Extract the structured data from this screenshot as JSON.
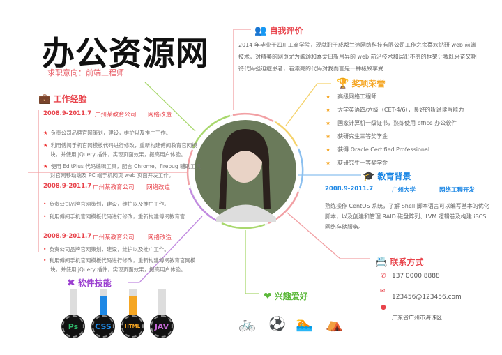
{
  "header": {
    "name": "办公资源网",
    "intent": "求职意向：前端工程师"
  },
  "self_eval": {
    "title": "自我评价",
    "icon": "user-group-icon",
    "lines": [
      "2014 年毕业于四川工商学院，现就职于成都兰途网络科技有限公司工作之余喜欢钻研 web 前端",
      "技术，对精美的网页尤为歌颂和喜爱日新月异的 web 前沿技术和层出不穷的框架让我既兴奋又期",
      "待代码强迫症患者，看漂亮的代码对我而言是一种极致享受"
    ]
  },
  "awards": {
    "title": "奖项荣誉",
    "icon": "medal-icon",
    "items": [
      "高级网络工程师",
      "大学英语四/六级（CET-4/6），良好的听说读写能力",
      "国家计算机一级证书，熟练使用 office 办公软件",
      "获研究生三等奖学金",
      "获得 Oracle Certified Professional",
      "获研究生一等奖学金"
    ]
  },
  "education": {
    "title": "教育背景",
    "icon": "graduation-cap-icon",
    "date": "2008.9-2011.7",
    "school": "广州大学",
    "major": "网络工程开发",
    "desc": [
      "熟练操作 CentOS 系统，了解 Shell 脚本语言可以编写基本的优化",
      "脚本，以及创建和管理 RAID 磁盘阵列、LVM 逻辑卷及构建 iSCSI",
      "网络存储服务。"
    ]
  },
  "work": {
    "title": "工作经验",
    "icon": "briefcase-icon",
    "entries": [
      {
        "date": "2008.9-2011.7",
        "company": "广州某教育公司",
        "role": "网络改造",
        "bullets": [
          "负责公司品牌官网策划，建设，维护以及推广工作。",
          "利用傅阅手机官网模板代码进行修改，重新构建傅阅教育官网模",
          "块，并使用 jQuery 插件，实现页面效果，提高用户体验。",
          "使用 EditPlus 代码编辑工具，配合 Chrome、firebug 辅助工具",
          "对官网移动端及 PC 端手机网页 web 页面开发工作。"
        ]
      },
      {
        "date": "2008.9-2011.7",
        "company": "广州某教育公司",
        "role": "网络改造",
        "bullets": [
          "负责公司品牌官网策划，建设，维护以及推广工作。",
          "利用傅阅手机官网模板代码进行修改，重新构建傅阅教育官"
        ]
      },
      {
        "date": "2008.9-2011.7",
        "company": "广州某教育公司",
        "role": "网络改造",
        "bullets": [
          "负责公司品牌官网策划，建设，维护以及推广工作。",
          "利用傅阅手机官网模板代码进行修改，重新构建傅阅教育官网模",
          "块，并使用 jQuery 插件，实现页面效果，提高用户体验。"
        ]
      }
    ]
  },
  "skills": {
    "title": "软件技能",
    "icon": "tools-icon",
    "items": [
      {
        "label": "Ps",
        "level": 0,
        "color": "#2fb86a"
      },
      {
        "label": "CSS",
        "level": 0.75,
        "color": "#1e88e5"
      },
      {
        "label": "HTML",
        "level": 0.75,
        "color": "#f5a623"
      },
      {
        "label": "JAV",
        "level": 0,
        "color": "#c86ad8"
      }
    ]
  },
  "hobbies": {
    "title": "兴趣爱好",
    "icon": "heart-icon",
    "items": [
      "cycling-icon",
      "soccer-icon",
      "swimming-icon",
      "tent-icon"
    ]
  },
  "contact": {
    "title": "联系方式",
    "icon": "id-card-icon",
    "phone": "137 0000 8888",
    "email": "123456@123456.com",
    "address": "广东省广州市海珠区"
  },
  "colors": {
    "red": "#e8434b",
    "gold": "#f5a623",
    "blue": "#1e88e5",
    "green": "#5cb83a",
    "purple": "#9b3fd0"
  }
}
